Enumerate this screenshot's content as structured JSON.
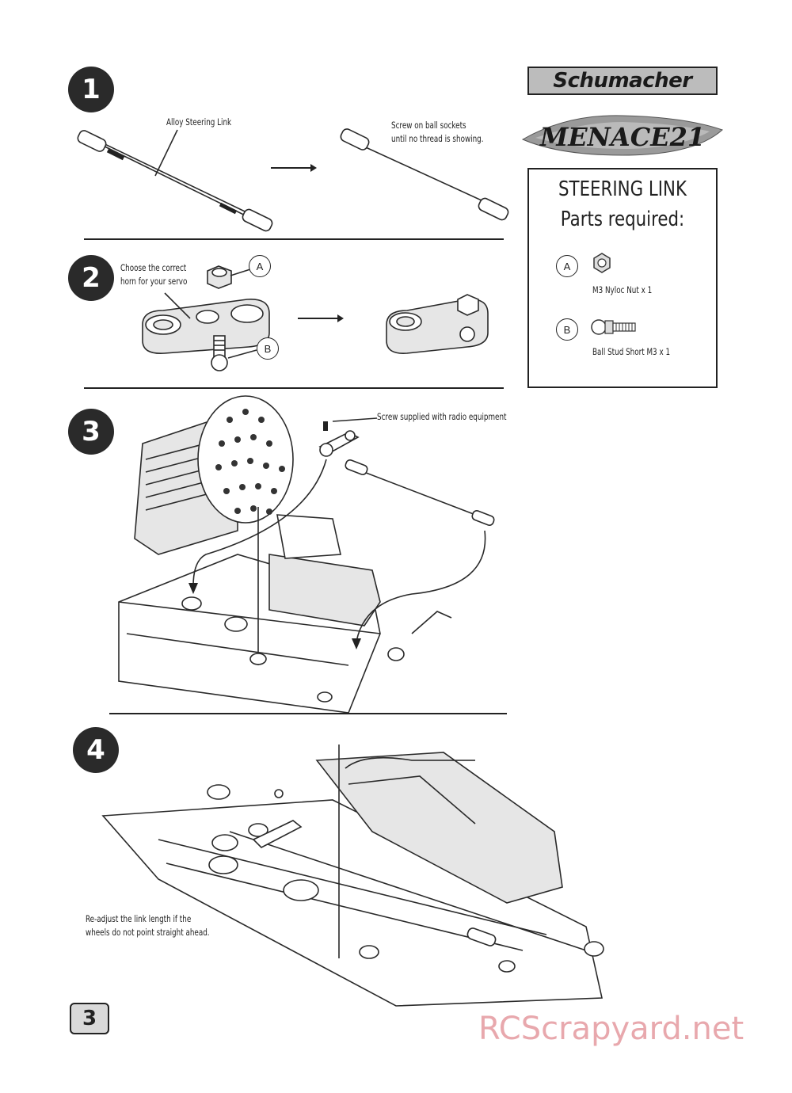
{
  "steps": [
    {
      "number": "1"
    },
    {
      "number": "2"
    },
    {
      "number": "3"
    },
    {
      "number": "4"
    }
  ],
  "step1": {
    "link_label": "Alloy Steering Link",
    "screw_note_line1": "Screw on ball sockets",
    "screw_note_line2": "until no thread is showing."
  },
  "step2": {
    "horn_note_line1": "Choose the correct",
    "horn_note_line2": "horn for your servo",
    "callout_a": "A",
    "callout_b": "B"
  },
  "step3": {
    "screw_note": "Screw supplied with radio equipment"
  },
  "step4": {
    "adjust_note_line1": "Re-adjust the link length if the",
    "adjust_note_line2": "wheels do not point straight ahead."
  },
  "brand": {
    "logo": "Schumacher",
    "model": "MENACE21"
  },
  "parts": {
    "title_line1": "STEERING LINK",
    "title_line2": "Parts required:",
    "items": [
      {
        "label": "A",
        "name": "M3 Nyloc Nut x 1",
        "icon": "nyloc-nut-icon"
      },
      {
        "label": "B",
        "name": "Ball Stud Short M3 x 1",
        "icon": "ball-stud-icon"
      }
    ]
  },
  "page_number": "3",
  "watermark": "RCScrapyard.net"
}
